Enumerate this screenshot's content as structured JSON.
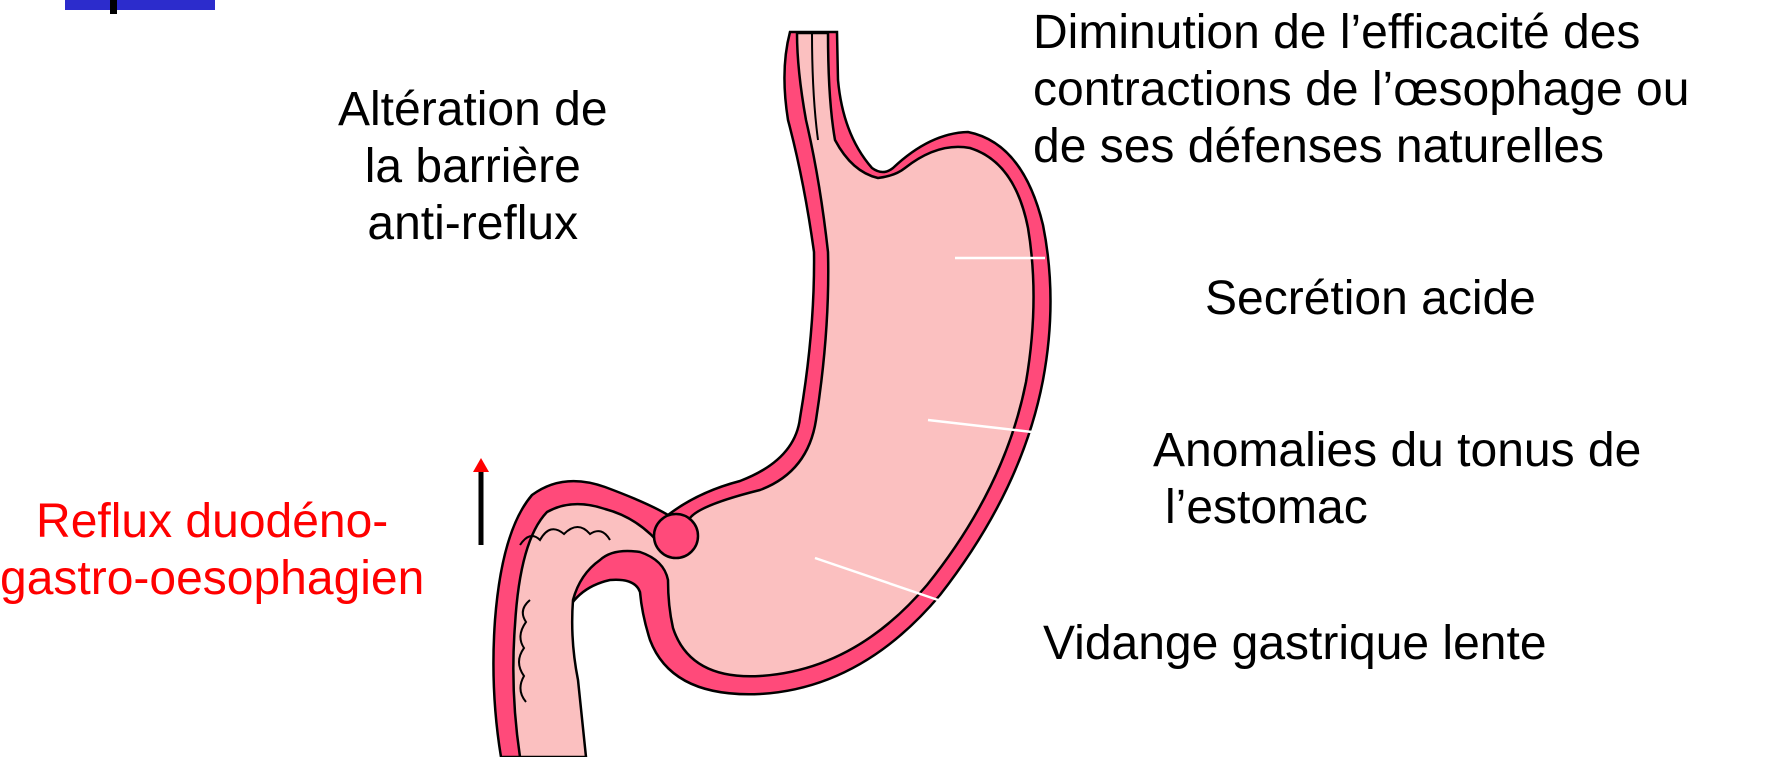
{
  "colors": {
    "wall": "#ff4a7a",
    "lumen": "#fbc0c0",
    "outline": "#000000",
    "pointer": "#ffffff",
    "red_text": "#ff0000",
    "corner_accent": "#2c2ccc"
  },
  "labels": {
    "barrier": [
      "Altération de",
      "la barrière",
      "anti-reflux"
    ],
    "esophagus": [
      "Diminution de l’efficacité des",
      "contractions de l’œsophage ou",
      "de ses défenses naturelles"
    ],
    "acid": "Secrétion acide",
    "tonus": [
      "Anomalies du tonus de",
      "l’estomac"
    ],
    "emptying": "Vidange gastrique lente",
    "reflux": [
      "Reflux duodéno-",
      "gastro-oesophagien"
    ]
  },
  "icons": {
    "reflux_arrow": "up-arrow-icon"
  }
}
